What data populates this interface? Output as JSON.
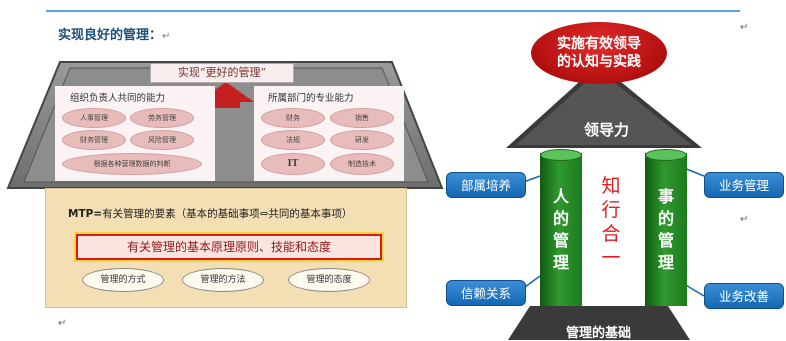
{
  "heading": "实现良好的管理：",
  "para_mark": "↵",
  "house": {
    "title": "实现“更好的管理”",
    "left_panel_label": "组织负责人共同的能力",
    "right_panel_label": "所属部门的专业能力",
    "left_ellipses": [
      "人事管理",
      "劳务管理",
      "财务管理",
      "风险管理",
      "根据各种营理数据的判断"
    ],
    "right_ellipses": [
      "财务",
      "销售",
      "法规",
      "研发",
      "IT",
      "制造技术"
    ],
    "mtp_prefix": "MTP=",
    "mtp_text": "有关管理的要素（基本的基础事项⇔共同的基本事项）",
    "principle": "有关管理的基本原理原则、技能和态度",
    "ovals": [
      "管理的方式",
      "管理的方法",
      "管理的态度"
    ]
  },
  "diagram": {
    "goal_line1": "实施有效领导",
    "goal_line2": "的认知与实践",
    "leadership": "领导力",
    "left_pillar": [
      "人",
      "的",
      "管",
      "理"
    ],
    "right_pillar": [
      "事",
      "的",
      "管",
      "理"
    ],
    "center": [
      "知",
      "行",
      "合",
      "一"
    ],
    "left_buttons": [
      "部属培养",
      "信赖关系"
    ],
    "right_buttons": [
      "业务管理",
      "业务改善"
    ],
    "base": "管理的基础"
  },
  "colors": {
    "goal_red": "#c0141a",
    "pillar_green": "#1d7a1d",
    "button_blue": "#1f75c4",
    "roof_dark": "#2e2e2e",
    "house_body": "#f4dfb4",
    "heading_blue": "#1f4e79"
  }
}
